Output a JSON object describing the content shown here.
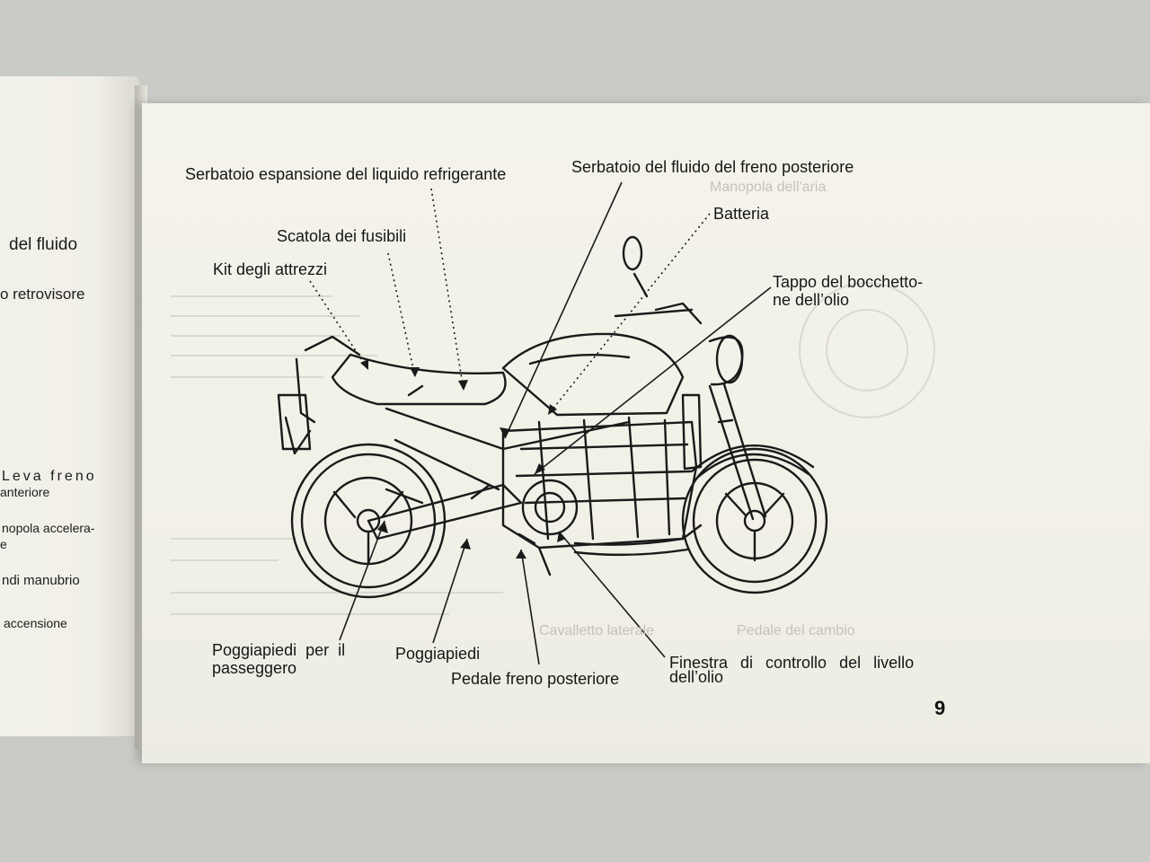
{
  "left_page": {
    "fragments": [
      "del fluido",
      "o retrovisore",
      "Leva freno",
      "anteriore",
      "nopola accelera-",
      "e",
      "ndi manubrio",
      "accensione"
    ]
  },
  "diagram": {
    "labels": {
      "serbatoio_espansione": "Serbatoio espansione del liquido refrigerante",
      "serbatoio_freno_post": "Serbatoio del fluido del freno posteriore",
      "batteria": "Batteria",
      "scatola_fusibili": "Scatola dei fusibili",
      "kit_attrezzi": "Kit degli attrezzi",
      "tappo_line1": "Tappo del bocchetto-",
      "tappo_line2": "ne dell’olio",
      "poggiapiedi_pass_line1": "Poggiapiedi per il",
      "poggiapiedi_pass_line2": "passeggero",
      "poggiapiedi": "Poggiapiedi",
      "pedale_freno": "Pedale freno posteriore",
      "finestra_line1": "Finestra di controllo del livello",
      "finestra_line2": "dell’olio"
    }
  },
  "page_number": "9",
  "colors": {
    "paper": "#f2f1e8",
    "ink": "#161616",
    "background": "#c9cbc6"
  }
}
